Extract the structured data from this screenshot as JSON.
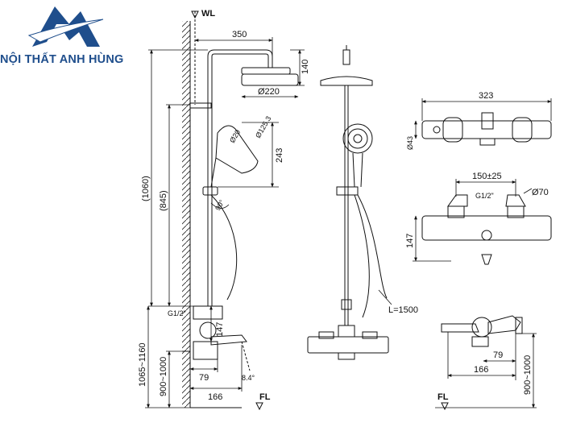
{
  "brand": {
    "logo_icon": "a-h-monogram-logo",
    "name": "NỘI THẤT ANH HÙNG",
    "color": "#1f4e8c"
  },
  "labels": {
    "wl": "WL",
    "fl_side": "FL",
    "fl_right": "FL"
  },
  "side_view": {
    "arm_width": "350",
    "head_height": "140",
    "head_diameter": "Ø220",
    "handshower_diameter": "Ø125.3",
    "handshower_small": "Ø20",
    "slide_length": "243",
    "total_height": "(1060)",
    "rail_height": "(845)",
    "angle": "90°",
    "thread": "G1/2\"",
    "valve_height": "147",
    "mount_range": "1065~1160",
    "valve_mount": "900~1000",
    "spout_dim": "79",
    "spout_reach": "166",
    "spout_angle": "8.4°"
  },
  "front_view": {
    "hose_length": "L=1500"
  },
  "valve_top": {
    "width": "323",
    "depth": "Ø43"
  },
  "valve_front": {
    "centers": "150±25",
    "thread": "G1/2\"",
    "escutcheon": "Ø70",
    "height": "147"
  },
  "valve_side": {
    "spout_dim": "79",
    "spout_reach": "166",
    "mount_height": "900~1000"
  }
}
